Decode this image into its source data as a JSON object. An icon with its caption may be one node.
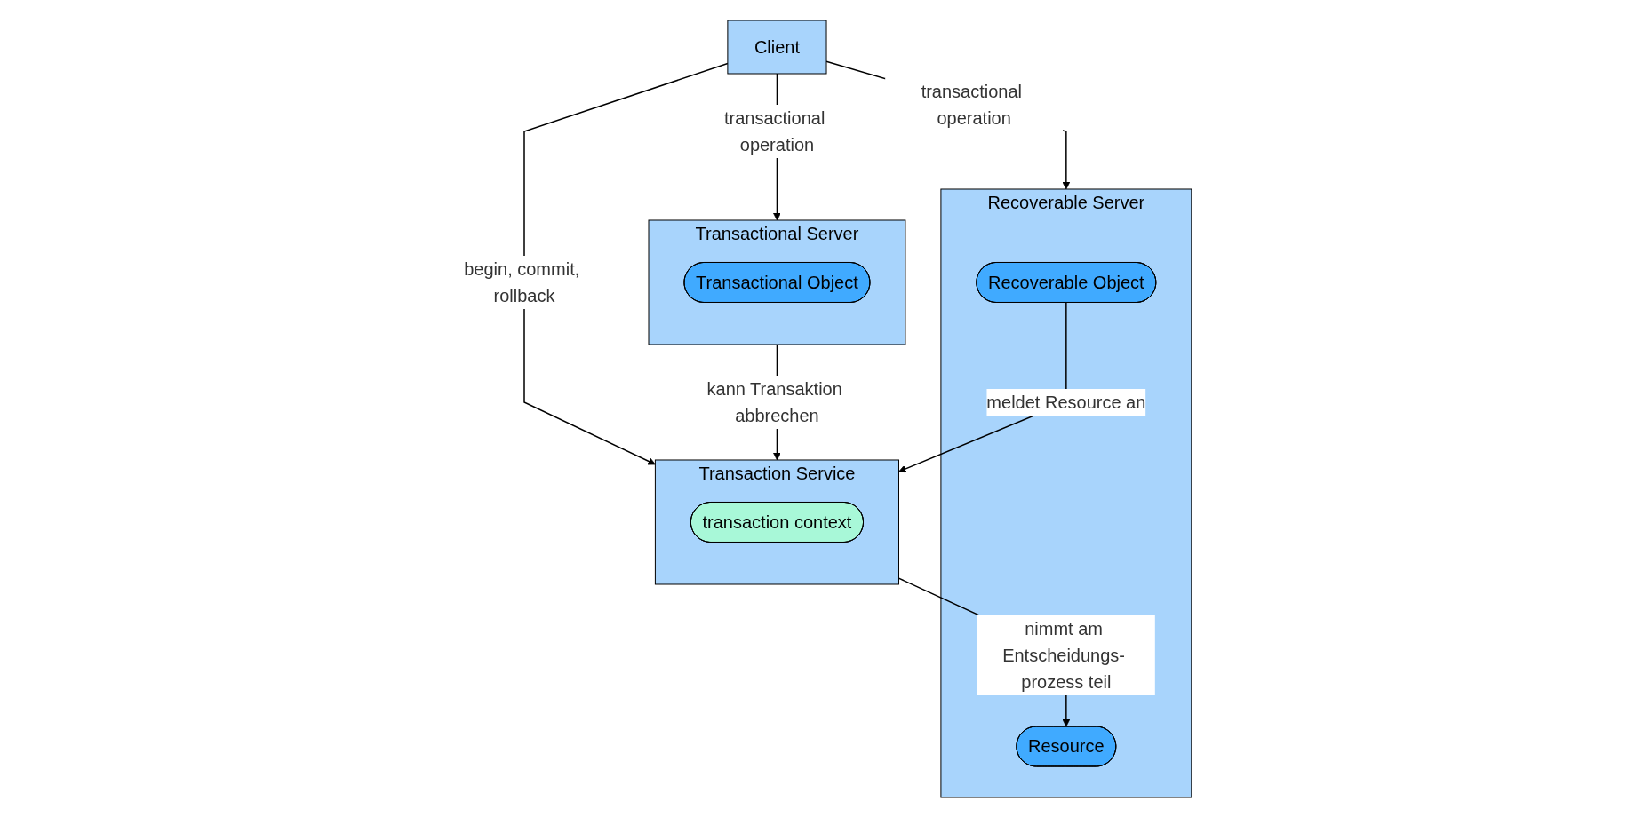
{
  "diagram": {
    "nodes": [
      {
        "text": [
          "Client"
        ]
      },
      {
        "text": [
          "Transactional Server"
        ]
      },
      {
        "text": [
          "Transactional Object"
        ],
        "in": 1
      },
      {
        "text": [
          "Recoverable Server"
        ]
      },
      {
        "text": [
          "Recoverable Object"
        ],
        "in": 3
      },
      {
        "text": [
          "Resource"
        ],
        "in": 3
      },
      {
        "text": [
          "Transaction Service"
        ]
      },
      {
        "text": [
          "transaction context"
        ],
        "in": 6
      }
    ],
    "edges": [
      {
        "from": 0,
        "to": 1,
        "arrow": "to",
        "label": "transactional operation"
      },
      {
        "from": 0,
        "to": 3,
        "arrow": "to",
        "label": "transactional operation"
      },
      {
        "from": 0,
        "to": 6,
        "arrow": "to",
        "label": "begin, commit, rollback"
      },
      {
        "from": 1,
        "to": 6,
        "arrow": "to",
        "label": "kann Transaktion abbrechen"
      },
      {
        "from": 4,
        "to": 6,
        "arrow": "to",
        "label": "meldet Resource an"
      },
      {
        "from": 6,
        "to": 5,
        "arrow": "to",
        "label": "nimmt am Entscheidungs- prozess teil"
      }
    ]
  }
}
